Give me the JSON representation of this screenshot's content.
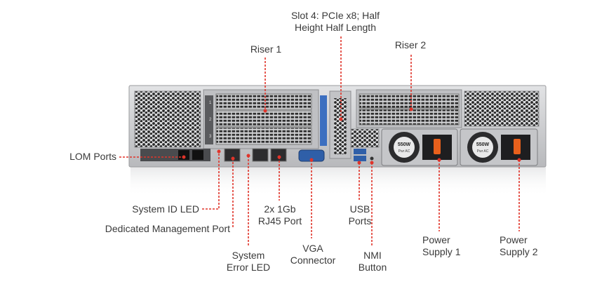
{
  "labels": {
    "slot4": [
      "Slot 4: PCIe x8; Half",
      "Height Half Length"
    ],
    "riser1": "Riser 1",
    "riser2": "Riser 2",
    "lom_ports": "LOM Ports",
    "system_id_led": "System ID LED",
    "dedicated_mgmt_port": "Dedicated Management Port",
    "rj45_ports": [
      "2x 1Gb",
      "RJ45 Port"
    ],
    "usb_ports": [
      "USB",
      "Ports"
    ],
    "system_error_led": [
      "System",
      "Error LED"
    ],
    "vga_connector": [
      "VGA",
      "Connector"
    ],
    "nmi_button": [
      "NMI",
      "Button"
    ],
    "power_supply_1": [
      "Power",
      "Supply 1"
    ],
    "power_supply_2": [
      "Power",
      "Supply 2"
    ]
  },
  "psu_rating": "550W",
  "psu_sub": "Pwr AC",
  "slot_numbers": [
    "1",
    "2",
    "3"
  ],
  "colors": {
    "leader": "#e0342a",
    "label_text": "#3a3a3a",
    "chassis": "#c9cacc",
    "vent": "#2a2a2a",
    "port_blue": "#2f5fa8",
    "handle_orange": "#e8601c"
  }
}
